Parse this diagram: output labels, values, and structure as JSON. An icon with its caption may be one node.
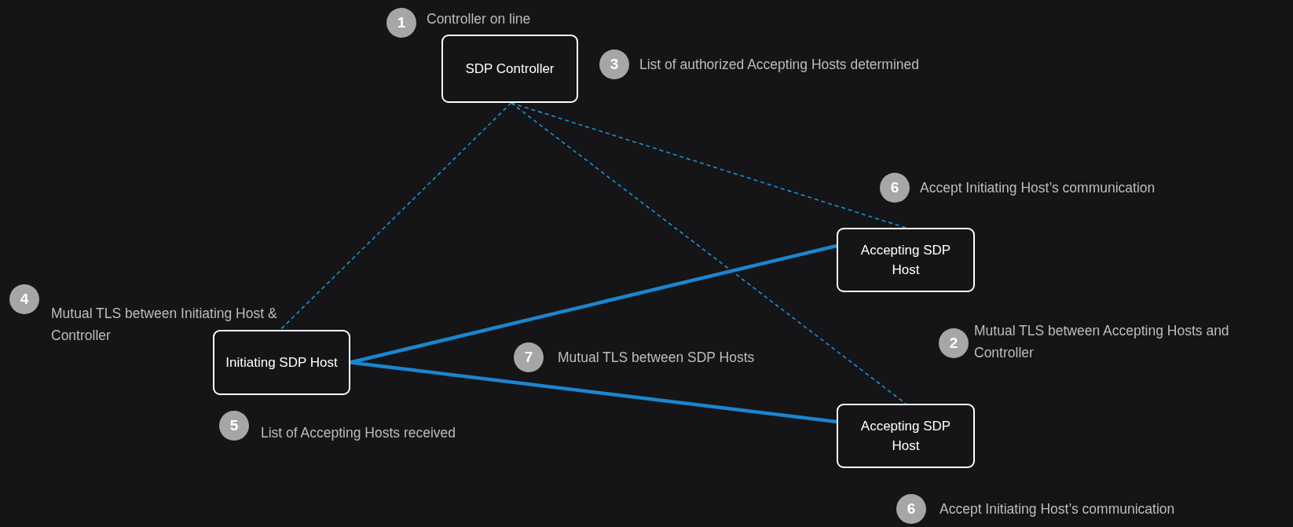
{
  "diagram": {
    "nodes": [
      {
        "text": [
          "SDP Controller"
        ]
      },
      {
        "text": [
          "Accepting SDP Host"
        ]
      },
      {
        "text": [
          "Initiating SDP Host"
        ]
      },
      {
        "text": [
          "Accepting SDP Host"
        ]
      }
    ],
    "edges": [
      {
        "from": 0,
        "to": 2,
        "arrow": "none",
        "style": "dashed"
      },
      {
        "from": 0,
        "to": 1,
        "arrow": "none",
        "style": "dashed"
      },
      {
        "from": 0,
        "to": 3,
        "arrow": "none",
        "style": "dashed"
      },
      {
        "from": 2,
        "to": 1,
        "arrow": "none",
        "style": "thick"
      },
      {
        "from": 2,
        "to": 3,
        "arrow": "none",
        "style": "thick"
      }
    ],
    "labels": [
      "1",
      "Controller on line",
      "3",
      "List of authorized Accepting Hosts determined",
      "6",
      "Accept Initiating Host’s communication",
      "4",
      "Mutual TLS between Initiating Host & Controller",
      "2",
      "Mutual TLS between Accepting Hosts and Controller",
      "7",
      "Mutual TLS between SDP Hosts",
      "5",
      "List of  Accepting Hosts received",
      "6",
      "Accept Initiating Host’s communication"
    ]
  }
}
